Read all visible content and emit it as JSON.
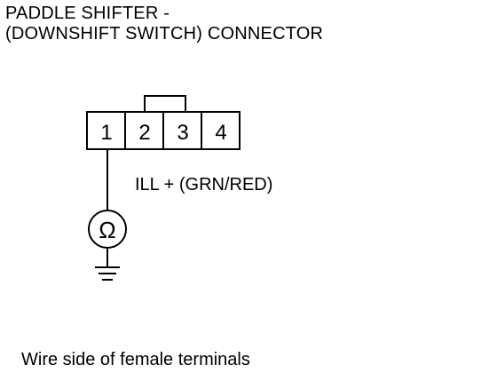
{
  "title": {
    "line1": "PADDLE SHIFTER  -",
    "line2": "(DOWNSHIFT SWITCH) CONNECTOR"
  },
  "connector": {
    "terminals": [
      "1",
      "2",
      "3",
      "4"
    ]
  },
  "wire": {
    "label": "ILL +  (GRN/RED)"
  },
  "meter": {
    "symbol": "Ω",
    "icon": "ohmmeter-icon"
  },
  "ground": {
    "icon": "ground-icon"
  },
  "footer": {
    "text": "Wire side of female terminals"
  }
}
